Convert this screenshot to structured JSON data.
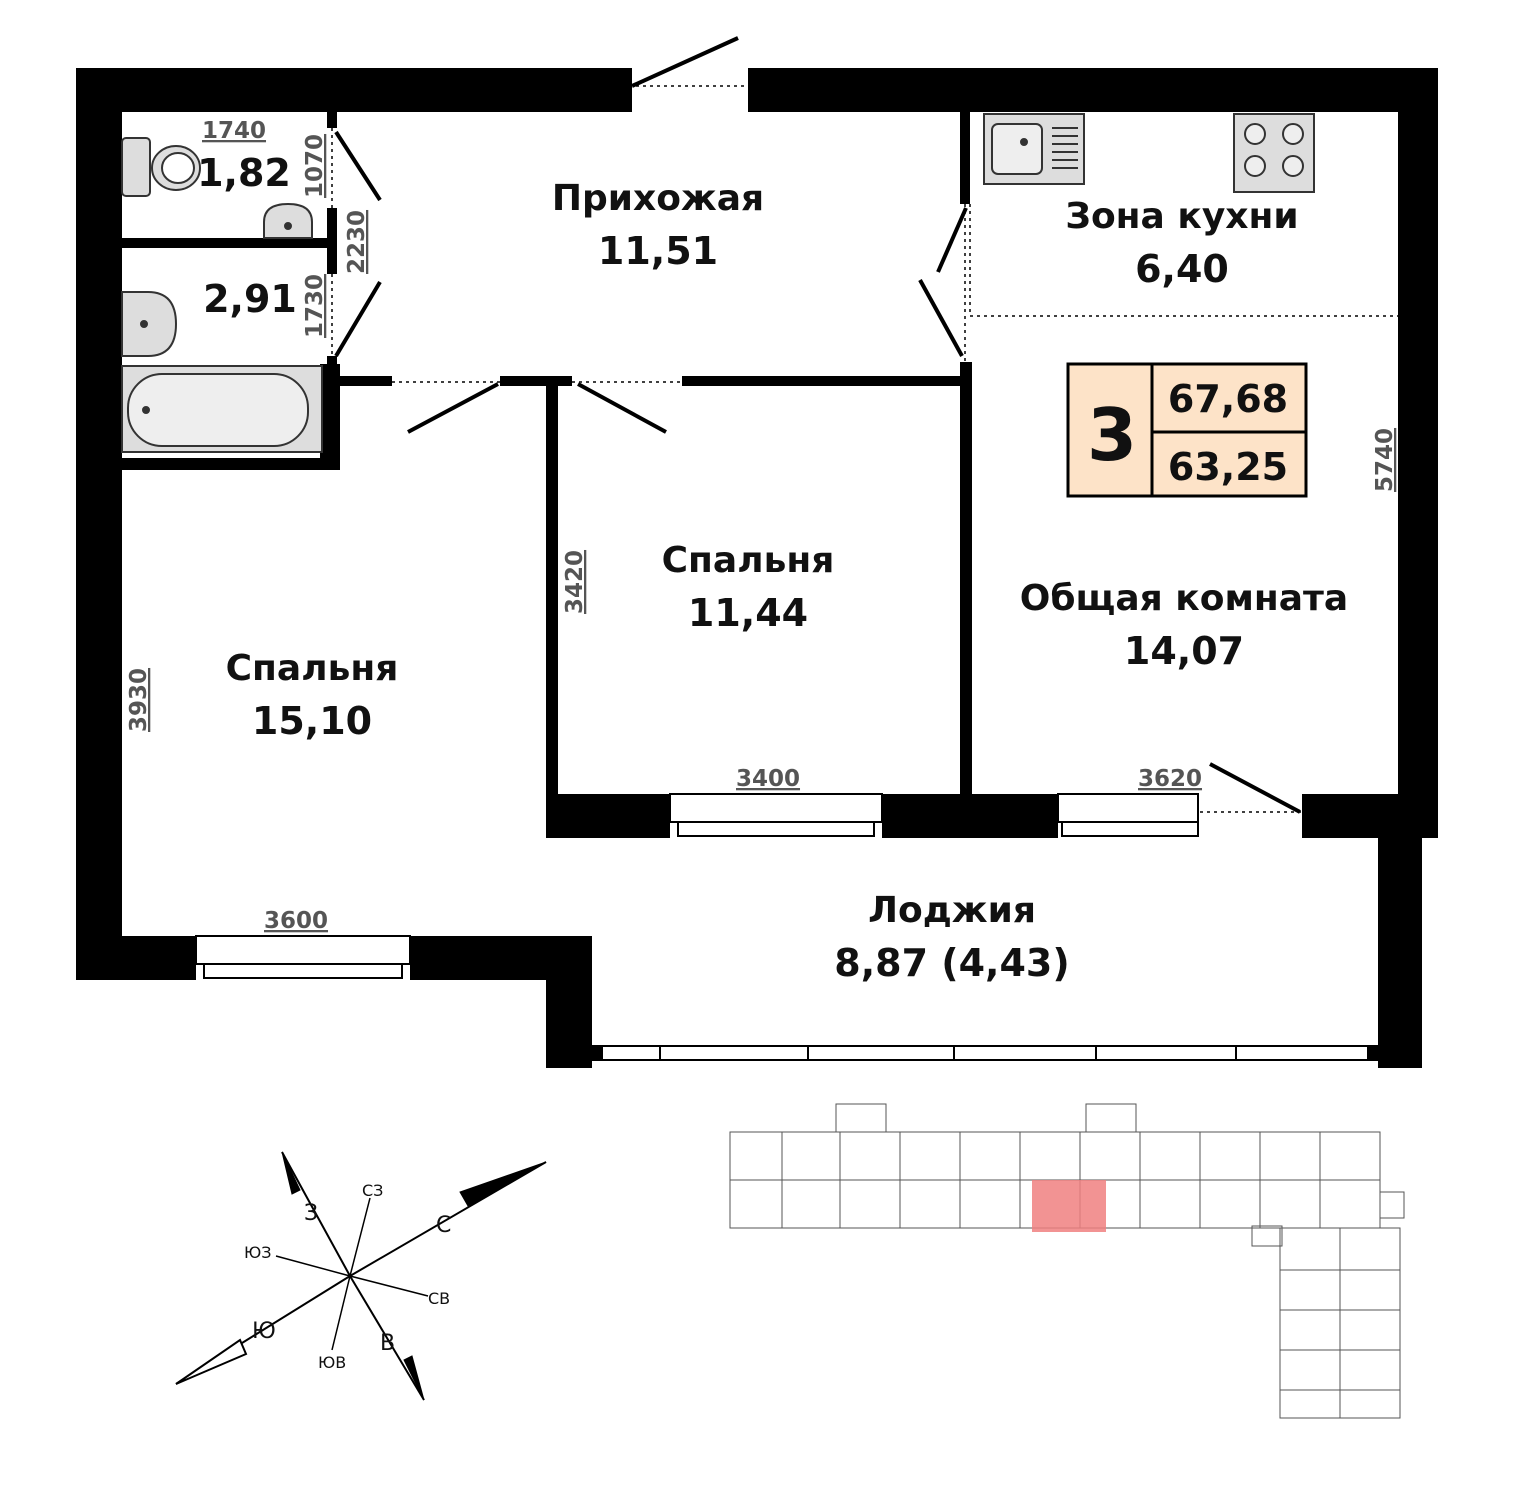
{
  "rooms": {
    "wc": {
      "area": "1,82"
    },
    "bath": {
      "area": "2,91"
    },
    "hall": {
      "name": "Прихожая",
      "area": "11,51"
    },
    "kitchen": {
      "name": "Зона кухни",
      "area": "6,40"
    },
    "bedroom_small": {
      "name": "Спальня",
      "area": "11,44"
    },
    "bedroom_large": {
      "name": "Спальня",
      "area": "15,10"
    },
    "living": {
      "name": "Общая комната",
      "area": "14,07"
    },
    "loggia": {
      "name": "Лоджия",
      "area": "8,87 (4,43)"
    }
  },
  "dimensions": {
    "d1740": "1740",
    "d1070": "1070",
    "d2230": "2230",
    "d1730": "1730",
    "d3420": "3420",
    "d3930": "3930",
    "d3400": "3400",
    "d3620": "3620",
    "d3600": "3600",
    "d5740": "5740"
  },
  "badge": {
    "rooms": "3",
    "total_area": "67,68",
    "living_area": "63,25",
    "color": "#fde3c8"
  },
  "compass": {
    "n": "С",
    "s": "Ю",
    "w": "З",
    "e": "В",
    "nw": "СЗ",
    "ne": "СВ",
    "sw": "ЮЗ",
    "se": "ЮВ"
  },
  "floor_plan": {
    "highlight_color": "#f08080"
  }
}
